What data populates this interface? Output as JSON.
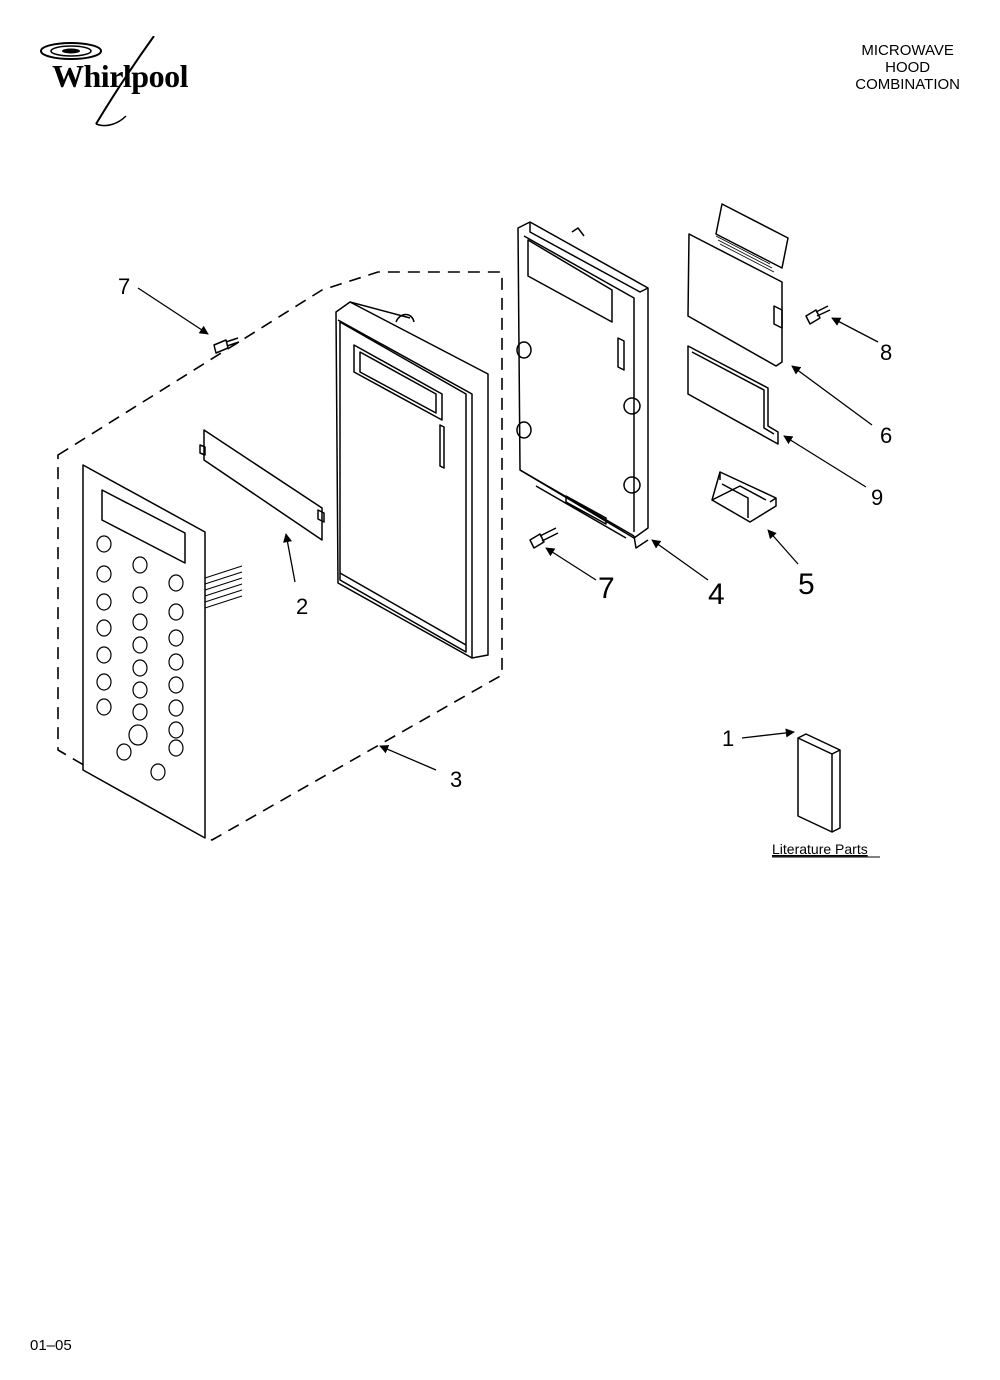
{
  "header": {
    "brand": "Whirlpool",
    "title_lines": [
      "MICROWAVE",
      "HOOD",
      "COMBINATION"
    ]
  },
  "diagram": {
    "callouts": [
      "7",
      "8",
      "6",
      "2",
      "9",
      "7",
      "4",
      "5",
      "3",
      "1"
    ],
    "literature_label": "Literature Parts"
  },
  "footer": {
    "code": "01–05"
  }
}
